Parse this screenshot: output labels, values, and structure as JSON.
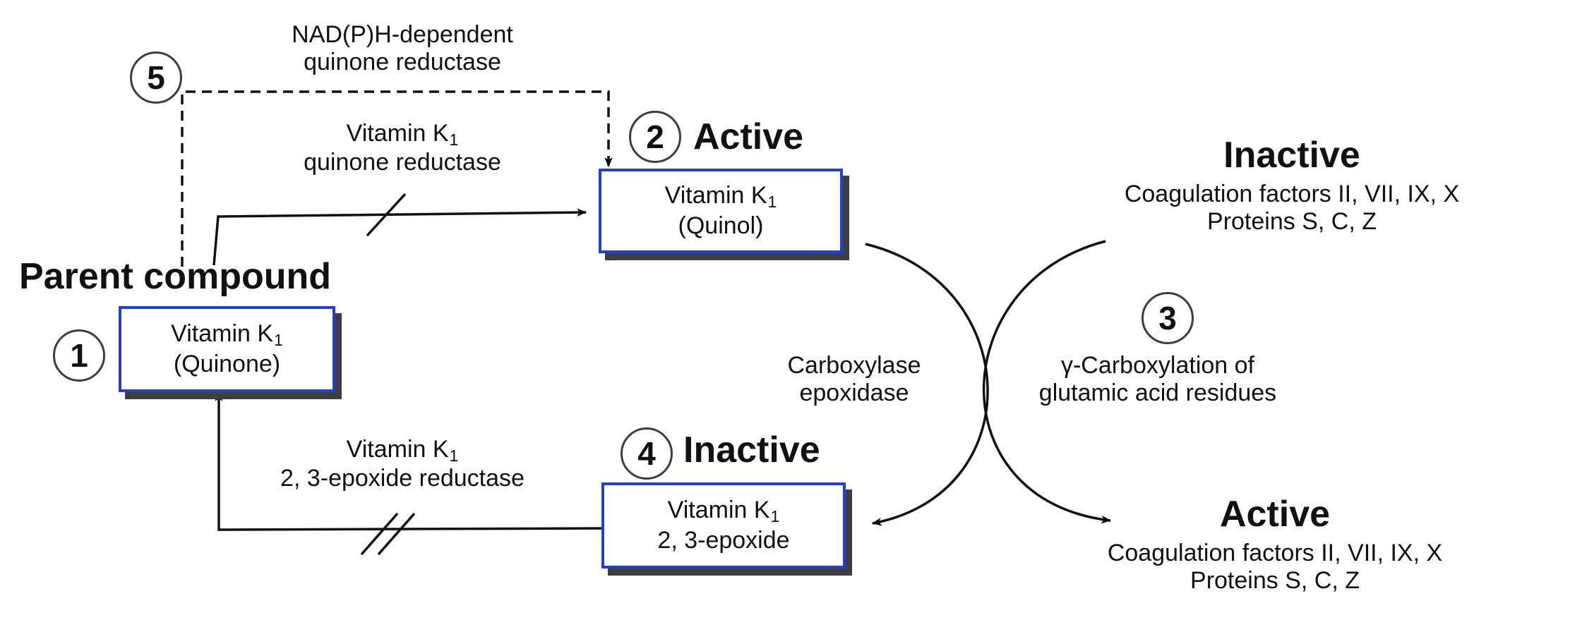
{
  "nodes": {
    "quinone": {
      "name": "Vitamin K",
      "sub": "1",
      "line2": "(Quinone)",
      "number": "1",
      "heading": "Parent compound"
    },
    "quinol": {
      "name": "Vitamin K",
      "sub": "1",
      "line2": "(Quinol)",
      "number": "2",
      "heading": "Active"
    },
    "epoxide": {
      "name": "Vitamin K",
      "sub": "1",
      "line2": "2, 3-epoxide",
      "number": "4",
      "heading": "Inactive"
    }
  },
  "enzymes": {
    "nadph": {
      "line1": "NAD(P)H-dependent",
      "line2": "quinone reductase",
      "number": "5"
    },
    "quinone_reductase": {
      "name": "Vitamin K",
      "sub": "1",
      "line2": "quinone reductase"
    },
    "epoxide_reductase": {
      "name": "Vitamin K",
      "sub": "1",
      "line2": "2, 3-epoxide reductase"
    },
    "carboxylase": {
      "line1": "Carboxylase",
      "line2": "epoxidase"
    }
  },
  "carboxylation": {
    "number": "3",
    "line1": "γ-Carboxylation of",
    "line2": "glutamic acid residues"
  },
  "factors_inactive": {
    "heading": "Inactive",
    "line1": "Coagulation factors II, VII, IX, X",
    "line2": "Proteins S, C, Z"
  },
  "factors_active": {
    "heading": "Active",
    "line1": "Coagulation factors II, VII, IX, X",
    "line2": "Proteins S, C, Z"
  },
  "colors": {
    "box_border": "#1f3fd6",
    "box_shadow": "#3e3e3e",
    "line": "#111111"
  }
}
